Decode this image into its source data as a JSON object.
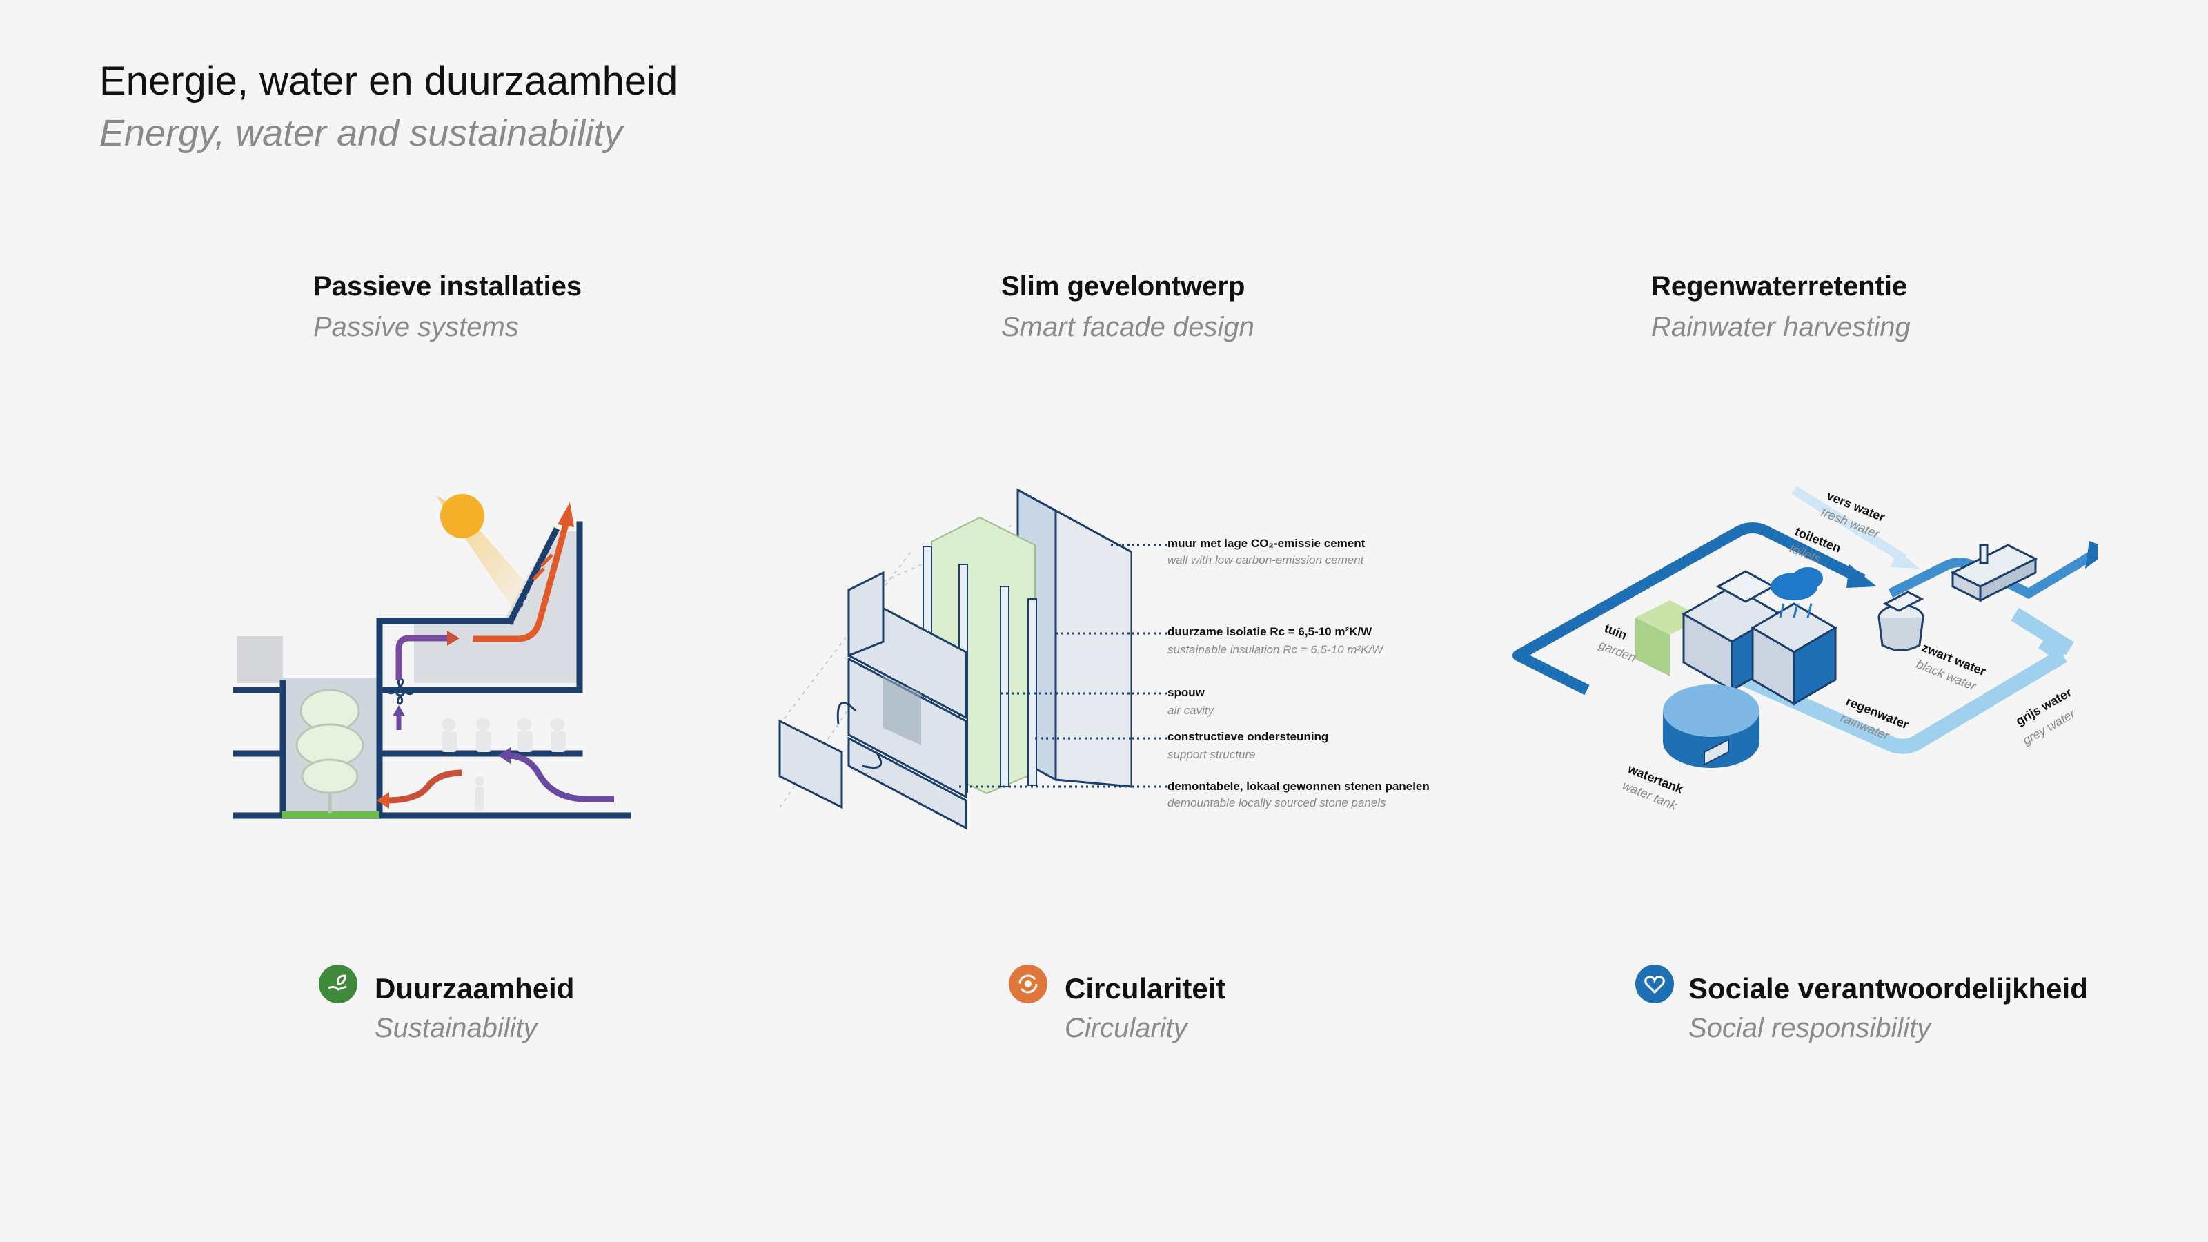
{
  "header": {
    "title": "Energie, water en duurzaamheid",
    "subtitle": "Energy, water and sustainability"
  },
  "columns": [
    {
      "title": "Passieve installaties",
      "subtitle": "Passive systems"
    },
    {
      "title": "Slim gevelontwerp",
      "subtitle": "Smart facade design"
    },
    {
      "title": "Regenwaterretentie",
      "subtitle": "Rainwater harvesting"
    }
  ],
  "facade_labels": [
    {
      "nl": "muur met lage CO₂-emissie cement",
      "en": "wall with low carbon-emission cement"
    },
    {
      "nl": "duurzame isolatie Rc = 6,5-10 m²K/W",
      "en": "sustainable insulation Rc = 6.5-10 m²K/W"
    },
    {
      "nl": "spouw",
      "en": "air cavity"
    },
    {
      "nl": "constructieve ondersteuning",
      "en": "support structure"
    },
    {
      "nl": "demontabele, lokaal gewonnen stenen panelen",
      "en": "demountable locally sourced stone panels"
    }
  ],
  "rain_labels": {
    "fresh": {
      "nl": "vers water",
      "en": "fresh water"
    },
    "toilets": {
      "nl": "toiletten",
      "en": "toilets"
    },
    "garden": {
      "nl": "tuin",
      "en": "garden"
    },
    "black": {
      "nl": "zwart water",
      "en": "black water"
    },
    "grey": {
      "nl": "grijs water",
      "en": "grey water"
    },
    "rain": {
      "nl": "regenwater",
      "en": "rainwater"
    },
    "tank": {
      "nl": "watertank",
      "en": "water tank"
    }
  },
  "values": [
    {
      "title": "Duurzaamheid",
      "subtitle": "Sustainability",
      "icon": "hand-leaf-icon",
      "color": "#3f8a3a"
    },
    {
      "title": "Circulariteit",
      "subtitle": "Circularity",
      "icon": "circular-arrows-icon",
      "color": "#e0773a"
    },
    {
      "title": "Sociale verantwoordelijkheid",
      "subtitle": "Social responsibility",
      "icon": "heart-hand-icon",
      "color": "#1f6fb5"
    }
  ],
  "colors": {
    "navy": "#1c3f6e",
    "blue": "#1f78c8",
    "light_blue": "#9fd0ee",
    "orange": "#e05a2a",
    "purple": "#6a4aa0",
    "sun": "#f5b02a",
    "green": "#6dbb4a"
  }
}
